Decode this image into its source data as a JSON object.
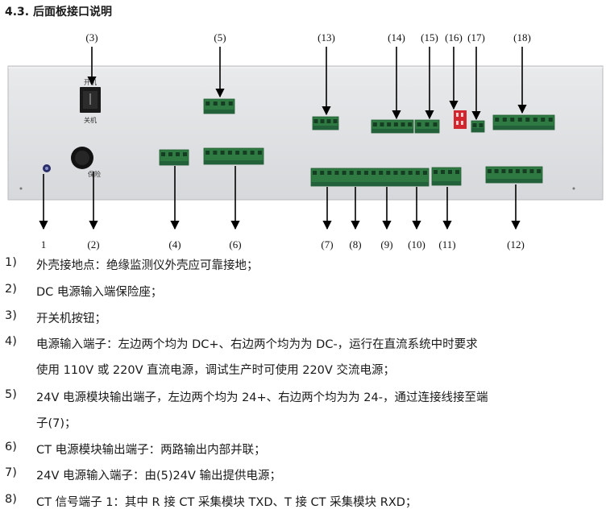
{
  "heading": "4.3.  后面板接口说明",
  "diagram": {
    "top_callouts": [
      "(3)",
      "(5)",
      "(13)",
      "(14)",
      "(15)",
      "(16)",
      "(17)",
      "(18)"
    ],
    "bottom_callouts": [
      "1",
      "(2)",
      "(4)",
      "(6)",
      "(7)",
      "(8)",
      "(9)",
      "(10)",
      "(11)",
      "(12)"
    ],
    "switch_on": "开机",
    "switch_off": "关机",
    "fuse": "保险"
  },
  "items": [
    {
      "n": "1)",
      "lines": [
        "外壳接地点：绝缘监测仪外壳应可靠接地；"
      ]
    },
    {
      "n": "2)",
      "lines": [
        "DC 电源输入端保险座；"
      ]
    },
    {
      "n": "3)",
      "lines": [
        "开关机按钮；"
      ]
    },
    {
      "n": "4)",
      "lines": [
        "电源输入端子：左边两个均为 DC+、右边两个均为为 DC-，运行在直流系统中时要求",
        "使用 110V 或 220V 直流电源，调试生产时可使用 220V 交流电源；"
      ]
    },
    {
      "n": "5)",
      "lines": [
        "24V 电源模块输出端子，左边两个均为 24+、右边两个均为为 24-，通过连接线接至端",
        "子(7)；"
      ]
    },
    {
      "n": "6)",
      "lines": [
        "CT 电源模块输出端子：两路输出内部并联；"
      ]
    },
    {
      "n": "7)",
      "lines": [
        "24V 电源输入端子：由(5)24V 输出提供电源；"
      ]
    },
    {
      "n": "8)",
      "lines": [
        "CT 信号端子 1：其中 R 接 CT 采集模块 TXD、T 接 CT 采集模块 RXD；"
      ]
    }
  ]
}
